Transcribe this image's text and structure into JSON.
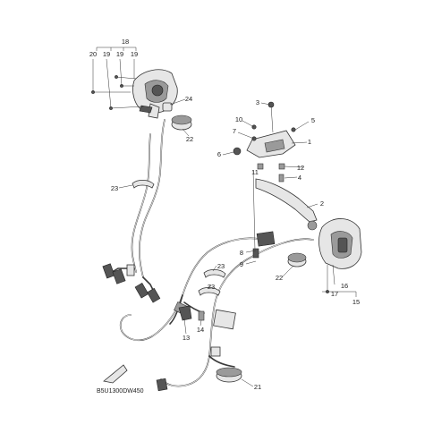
{
  "diagram": {
    "code": "B5U1300DW450",
    "labels": [
      "1",
      "2",
      "3",
      "4",
      "5",
      "6",
      "7",
      "8",
      "9",
      "10",
      "11",
      "12",
      "13",
      "14",
      "15",
      "16",
      "17",
      "18",
      "19",
      "19",
      "20",
      "21",
      "22",
      "22",
      "23",
      "23",
      "23",
      "24"
    ]
  },
  "colors": {
    "line": "#333333",
    "part_fill": "#e6e6e6",
    "dark_fill": "#555555"
  }
}
